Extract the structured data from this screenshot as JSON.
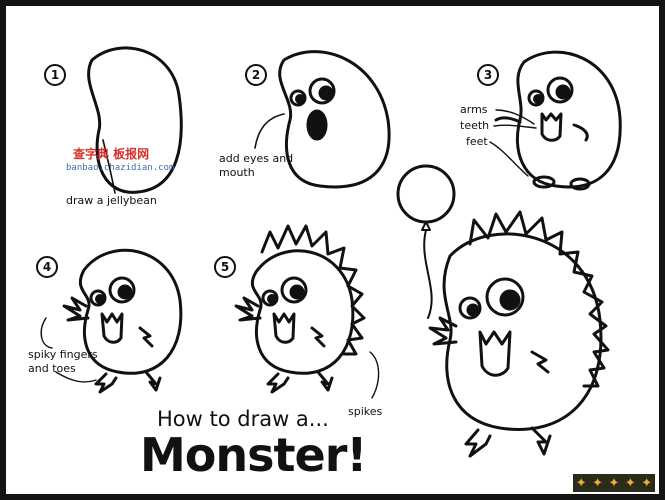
{
  "steps": [
    "1",
    "2",
    "3",
    "4",
    "5"
  ],
  "labels": {
    "draw_jellybean": "draw a jellybean",
    "add_eyes": "add eyes and",
    "mouth": "mouth",
    "arms": "arms",
    "teeth": "teeth",
    "feet": "feet",
    "spiky_fingers": "spiky fingers",
    "and_toes": "and toes",
    "spikes": "spikes"
  },
  "title": {
    "line1": "How to draw a...",
    "line2": "Monster!"
  },
  "watermark": {
    "chinese": "查字典 板报网",
    "url": "banbao.chazidian.com"
  },
  "colors": {
    "ink": "#111111",
    "watermark_red": "#d2332e",
    "watermark_blue": "#3d6fb0",
    "badge_bg": "#2b2b1a",
    "badge_icon": "#e8b23a"
  }
}
